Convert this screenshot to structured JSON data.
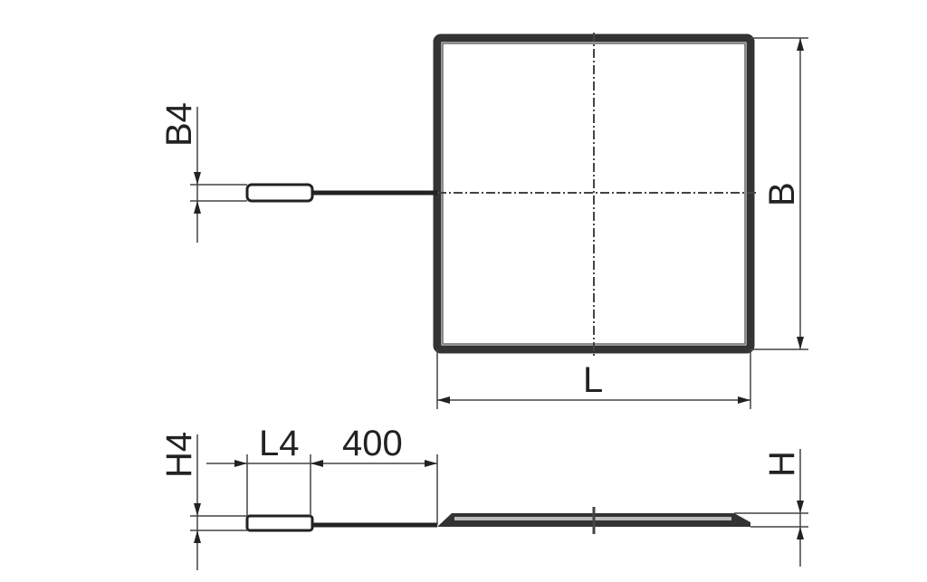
{
  "diagram": {
    "type": "technical-drawing",
    "subject": "frame with handle, top view and side view",
    "colors": {
      "line": "#222222",
      "frame_fill": "#555555",
      "background": "#ffffff"
    },
    "top_view": {
      "dimension_labels": {
        "handle_width": "B4",
        "frame_width": "B",
        "frame_length": "L"
      }
    },
    "side_view": {
      "dimension_labels": {
        "handle_height": "H4",
        "handle_length": "L4",
        "stem_length": "400",
        "frame_height": "H"
      }
    }
  }
}
